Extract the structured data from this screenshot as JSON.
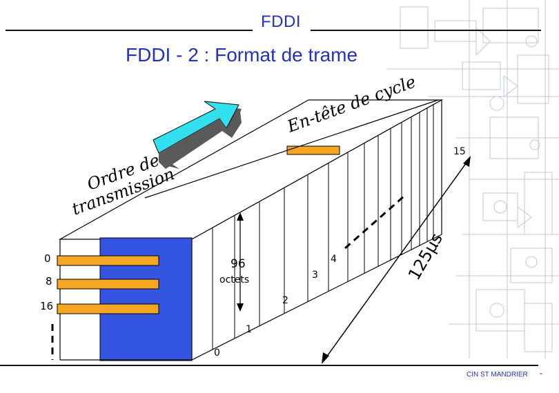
{
  "header": {
    "title": "FDDI"
  },
  "slide": {
    "title": "FDDI - 2 : Format de trame"
  },
  "labels": {
    "cycle_header": "En-tête de cycle",
    "transmission_order_line1": "Ordre de",
    "transmission_order_line2": "transmission",
    "slot_15": "15",
    "slot_4": "4",
    "slot_3": "3",
    "slot_2": "2",
    "slot_1": "1",
    "slot_0": "0",
    "row_0": "0",
    "row_8": "8",
    "row_16": "16",
    "size_value": "96",
    "size_unit": "octets",
    "duration": "125µs"
  },
  "footer": {
    "credit": "CIN ST MANDRIER"
  },
  "colors": {
    "title_blue": "#2030c8",
    "block_blue": "#3355e0",
    "orange": "#f5a623",
    "arrow_cyan": "#33e0ef",
    "arrow_shadow": "#5a5a5a"
  }
}
